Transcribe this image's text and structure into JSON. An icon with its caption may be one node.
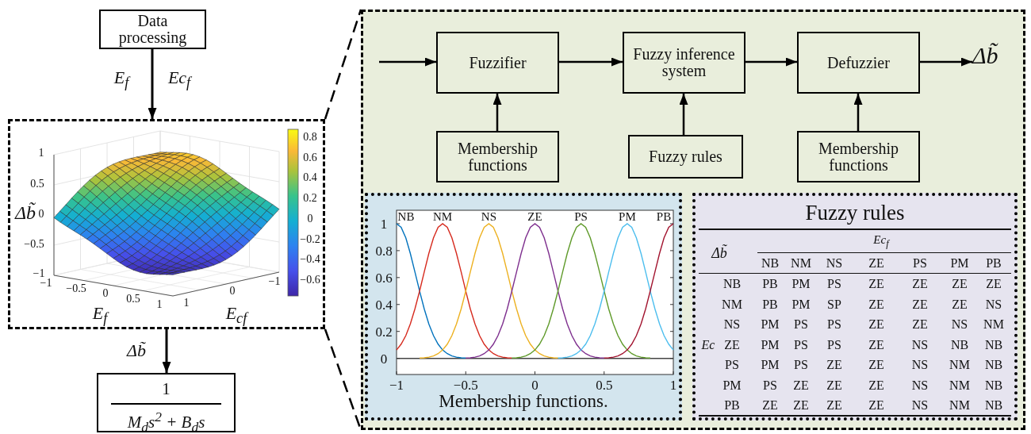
{
  "diagram": {
    "nodes": [
      {
        "text": [
          "Data processing"
        ]
      },
      {
        "text": [],
        "shape": "box"
      },
      {
        "text": [
          "1",
          "M$_{d}$s$^{2}$ + B$_{d}$s"
        ]
      },
      {
        "text": [],
        "shape": "box"
      },
      {
        "text": [
          "Fuzzifier"
        ],
        "in": 3
      },
      {
        "text": [
          "Fuzzy inference system"
        ],
        "in": 3
      },
      {
        "text": [
          "Defuzzier"
        ],
        "in": 3
      },
      {
        "text": [
          "Membership functions"
        ],
        "in": 3
      },
      {
        "text": [
          "Fuzzy rules"
        ],
        "in": 3
      },
      {
        "text": [
          "Membership functions"
        ],
        "in": 3
      },
      {
        "text": [
          "Membership functions."
        ],
        "in": 3
      },
      {
        "text": [
          "Fuzzy rules"
        ],
        "in": 3
      },
      {
        "text": [
          "Δb̃"
        ],
        "in": 3
      }
    ],
    "edges": [
      {
        "from": 0,
        "to": 1,
        "arrow": "to",
        "label": "E$_{f}$ Ec$_{f}$"
      },
      {
        "from": 1,
        "to": 2,
        "arrow": "to",
        "label": "Δb̃"
      },
      {
        "from": 1,
        "to": 3,
        "arrow": "none",
        "style": "dashed"
      },
      {
        "from": 1,
        "to": 3,
        "arrow": "none",
        "style": "dashed"
      },
      {
        "from": null,
        "to": 4,
        "arrow": "to"
      },
      {
        "from": 4,
        "to": 5,
        "arrow": "to"
      },
      {
        "from": 5,
        "to": 6,
        "arrow": "to"
      },
      {
        "from": 6,
        "to": 12,
        "arrow": "to"
      },
      {
        "from": 7,
        "to": 4,
        "arrow": "to"
      },
      {
        "from": 8,
        "to": 5,
        "arrow": "to"
      },
      {
        "from": 9,
        "to": 6,
        "arrow": "to"
      }
    ],
    "labels": [
      "1",
      "0.5",
      "0",
      "−0.5",
      "−1",
      "Δb̃",
      "−1",
      "−0.5",
      "0",
      "0.5",
      "1",
      "1",
      "0",
      "−1",
      "E$_{f}$",
      "E$_{cf}$",
      "0.8",
      "0.6",
      "0.4",
      "0.2",
      "0",
      "−0.2",
      "−0.4",
      "−0.6",
      "Δb̃",
      "Ec$_{f}$",
      "NB",
      "NM",
      "NS",
      "ZE",
      "PS",
      "PM",
      "PB",
      "NB",
      "PB",
      "PM",
      "PS",
      "ZE",
      "ZE",
      "ZE",
      "ZE",
      "NM",
      "PB",
      "PM",
      "SP",
      "ZE",
      "ZE",
      "ZE",
      "NS",
      "NS",
      "PM",
      "PS",
      "PS",
      "ZE",
      "ZE",
      "NS",
      "NM",
      "Ec",
      "ZE",
      "PM",
      "PS",
      "PS",
      "ZE",
      "NS",
      "NB",
      "NB",
      "PS",
      "PM",
      "PS",
      "ZE",
      "ZE",
      "NS",
      "NM",
      "NB",
      "PM",
      "PS",
      "ZE",
      "ZE",
      "ZE",
      "NS",
      "NM",
      "NB",
      "PB",
      "ZE",
      "ZE",
      "ZE",
      "ZE",
      "NS",
      "NM",
      "NB"
    ],
    "chart_data": {
      "type": "line",
      "x": [
        -1,
        -0.967,
        -0.933,
        -0.9,
        -0.867,
        -0.833,
        -0.8,
        -0.767,
        -0.733,
        -0.7,
        -0.667,
        -0.633,
        -0.6,
        -0.567,
        -0.533,
        -0.5,
        -0.467,
        -0.433,
        -0.4,
        -0.367,
        -0.333,
        -0.3,
        -0.267,
        -0.233,
        -0.2,
        -0.167,
        -0.133,
        -0.1,
        -0.067,
        -0.033,
        0,
        0.033,
        0.067,
        0.1,
        0.133,
        0.167,
        0.2,
        0.233,
        0.267,
        0.3,
        0.333,
        0.367,
        0.4,
        0.433,
        0.467,
        0.5,
        0.533,
        0.567,
        0.6,
        0.633,
        0.667,
        0.7,
        0.733,
        0.767,
        0.8,
        0.833,
        0.867,
        0.9,
        0.933,
        0.967,
        1
      ],
      "series": [
        {
          "name": "NB",
          "color": "#0072bd",
          "values": [
            1,
            0.973,
            0.895,
            0.779,
            0.641,
            0.5,
            0.368,
            0.256,
            0.169,
            0.105,
            0.062,
            0.035,
            0.018,
            0.009,
            0.004,
            0.002,
            null,
            null,
            null,
            null,
            null,
            null,
            null,
            null,
            null,
            null,
            null,
            null,
            null,
            null,
            null,
            null,
            null,
            null,
            null,
            null,
            null,
            null,
            null,
            null,
            null,
            null,
            null,
            null,
            null,
            null,
            null,
            null,
            null,
            null,
            null,
            null,
            null,
            null,
            null,
            null,
            null,
            null,
            null,
            null,
            null
          ]
        },
        {
          "name": "NM",
          "color": "#d62a1e",
          "values": [
            0.062,
            0.105,
            0.169,
            0.256,
            0.368,
            0.5,
            0.641,
            0.779,
            0.895,
            0.973,
            1,
            0.973,
            0.895,
            0.779,
            0.641,
            0.5,
            0.368,
            0.256,
            0.169,
            0.105,
            0.062,
            0.035,
            0.018,
            0.009,
            0.004,
            0.002,
            null,
            null,
            null,
            null,
            null,
            null,
            null,
            null,
            null,
            null,
            null,
            null,
            null,
            null,
            null,
            null,
            null,
            null,
            null,
            null,
            null,
            null,
            null,
            null,
            null,
            null,
            null,
            null,
            null,
            null,
            null,
            null,
            null,
            null,
            null
          ]
        },
        {
          "name": "NS",
          "color": "#edb120",
          "values": [
            null,
            null,
            null,
            null,
            null,
            0.002,
            0.004,
            0.009,
            0.018,
            0.035,
            0.062,
            0.105,
            0.169,
            0.256,
            0.368,
            0.5,
            0.641,
            0.779,
            0.895,
            0.973,
            1,
            0.973,
            0.895,
            0.779,
            0.641,
            0.5,
            0.368,
            0.256,
            0.169,
            0.105,
            0.062,
            0.035,
            0.018,
            0.009,
            0.004,
            0.002,
            null,
            null,
            null,
            null,
            null,
            null,
            null,
            null,
            null,
            null,
            null,
            null,
            null,
            null,
            null,
            null,
            null,
            null,
            null,
            null,
            null,
            null,
            null,
            null,
            null
          ]
        },
        {
          "name": "ZE",
          "color": "#7e2f8e",
          "values": [
            null,
            null,
            null,
            null,
            null,
            null,
            null,
            null,
            null,
            null,
            null,
            null,
            null,
            null,
            null,
            0.002,
            0.004,
            0.009,
            0.018,
            0.035,
            0.062,
            0.105,
            0.169,
            0.256,
            0.368,
            0.5,
            0.641,
            0.779,
            0.895,
            0.973,
            1,
            0.973,
            0.895,
            0.779,
            0.641,
            0.5,
            0.368,
            0.256,
            0.169,
            0.105,
            0.062,
            0.035,
            0.018,
            0.009,
            0.004,
            0.002,
            null,
            null,
            null,
            null,
            null,
            null,
            null,
            null,
            null,
            null,
            null,
            null,
            null,
            null,
            null
          ]
        },
        {
          "name": "PS",
          "color": "#5f9a2a",
          "values": [
            null,
            null,
            null,
            null,
            null,
            null,
            null,
            null,
            null,
            null,
            null,
            null,
            null,
            null,
            null,
            null,
            null,
            null,
            null,
            null,
            null,
            null,
            null,
            null,
            null,
            0.002,
            0.004,
            0.009,
            0.018,
            0.035,
            0.062,
            0.105,
            0.169,
            0.256,
            0.368,
            0.5,
            0.641,
            0.779,
            0.895,
            0.973,
            1,
            0.973,
            0.895,
            0.779,
            0.641,
            0.5,
            0.368,
            0.256,
            0.169,
            0.105,
            0.062,
            0.035,
            0.018,
            0.009,
            0.004,
            0.002,
            null,
            null,
            null,
            null,
            null
          ]
        },
        {
          "name": "PM",
          "color": "#4dbeee",
          "values": [
            null,
            null,
            null,
            null,
            null,
            null,
            null,
            null,
            null,
            null,
            null,
            null,
            null,
            null,
            null,
            null,
            null,
            null,
            null,
            null,
            null,
            null,
            null,
            null,
            null,
            null,
            null,
            null,
            null,
            null,
            null,
            null,
            null,
            null,
            null,
            0.002,
            0.004,
            0.009,
            0.018,
            0.035,
            0.062,
            0.105,
            0.169,
            0.256,
            0.368,
            0.5,
            0.641,
            0.779,
            0.895,
            0.973,
            1,
            0.973,
            0.895,
            0.779,
            0.641,
            0.5,
            0.368,
            0.256,
            0.169,
            0.105,
            0.062
          ]
        },
        {
          "name": "PB",
          "color": "#a2142f",
          "values": [
            null,
            null,
            null,
            null,
            null,
            null,
            null,
            null,
            null,
            null,
            null,
            null,
            null,
            null,
            null,
            null,
            null,
            null,
            null,
            null,
            null,
            null,
            null,
            null,
            null,
            null,
            null,
            null,
            null,
            null,
            null,
            null,
            null,
            null,
            null,
            null,
            null,
            null,
            null,
            null,
            null,
            null,
            null,
            null,
            null,
            0.002,
            0.004,
            0.009,
            0.018,
            0.035,
            0.062,
            0.105,
            0.169,
            0.256,
            0.368,
            0.5,
            0.641,
            0.779,
            0.895,
            0.973,
            1
          ]
        }
      ],
      "xlim": [
        -1,
        1
      ],
      "ylim": [
        -0.12,
        1.1
      ],
      "xticks": [
        {
          "value": -1,
          "label": "−1"
        },
        {
          "value": -0.5,
          "label": "−0.5"
        },
        0,
        0.5,
        1
      ],
      "yticks": [
        0,
        0.2,
        0.4,
        0.6,
        0.8,
        1
      ]
    }
  }
}
